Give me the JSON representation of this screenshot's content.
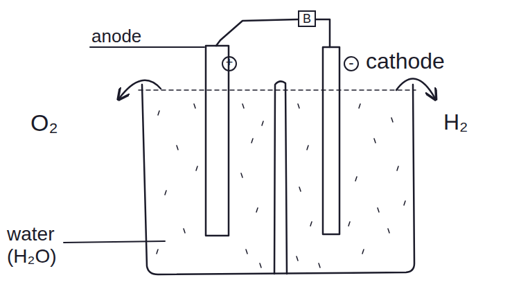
{
  "diagram": {
    "nodes": [
      {
        "text": [
          "B"
        ]
      }
    ],
    "labels": [
      "anode",
      "+",
      "-",
      "cathode",
      "O₂",
      "H₂",
      "water (H₂O)"
    ]
  }
}
